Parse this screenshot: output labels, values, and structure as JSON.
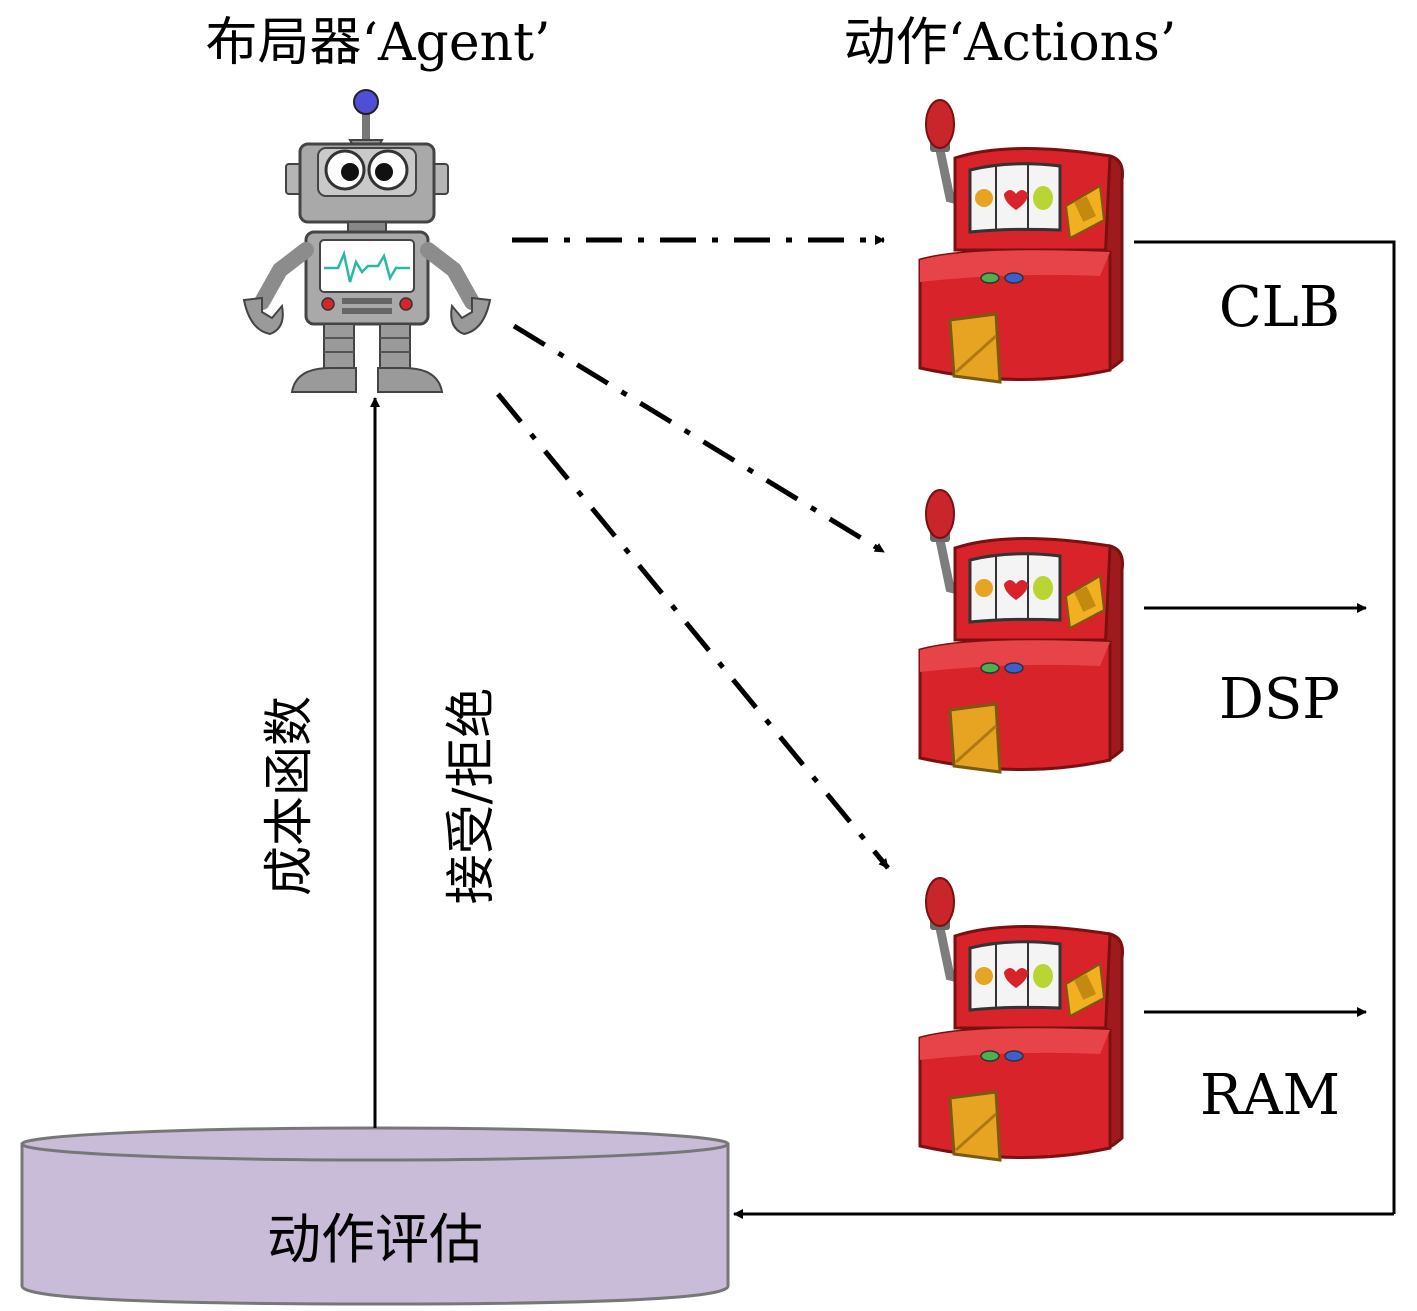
{
  "agent": {
    "title": "布局器‘Agent’"
  },
  "actions": {
    "title": "动作‘Actions’",
    "items": [
      {
        "label": "CLB"
      },
      {
        "label": "DSP"
      },
      {
        "label": "RAM"
      }
    ]
  },
  "feedback": {
    "cost_label": "成本函数",
    "accept_label": "接受/拒绝"
  },
  "evaluation": {
    "label": "动作评估"
  },
  "colors": {
    "cylinder": "#c8bcd9",
    "slot_body": "#d8232a",
    "slot_dark": "#9e1a1c",
    "slot_gold": "#e6a422",
    "robot": "#a9a9a9",
    "robot_screen": "#ffffff",
    "robot_wave": "#2bb7a5",
    "antenna": "#4f4fd6"
  }
}
